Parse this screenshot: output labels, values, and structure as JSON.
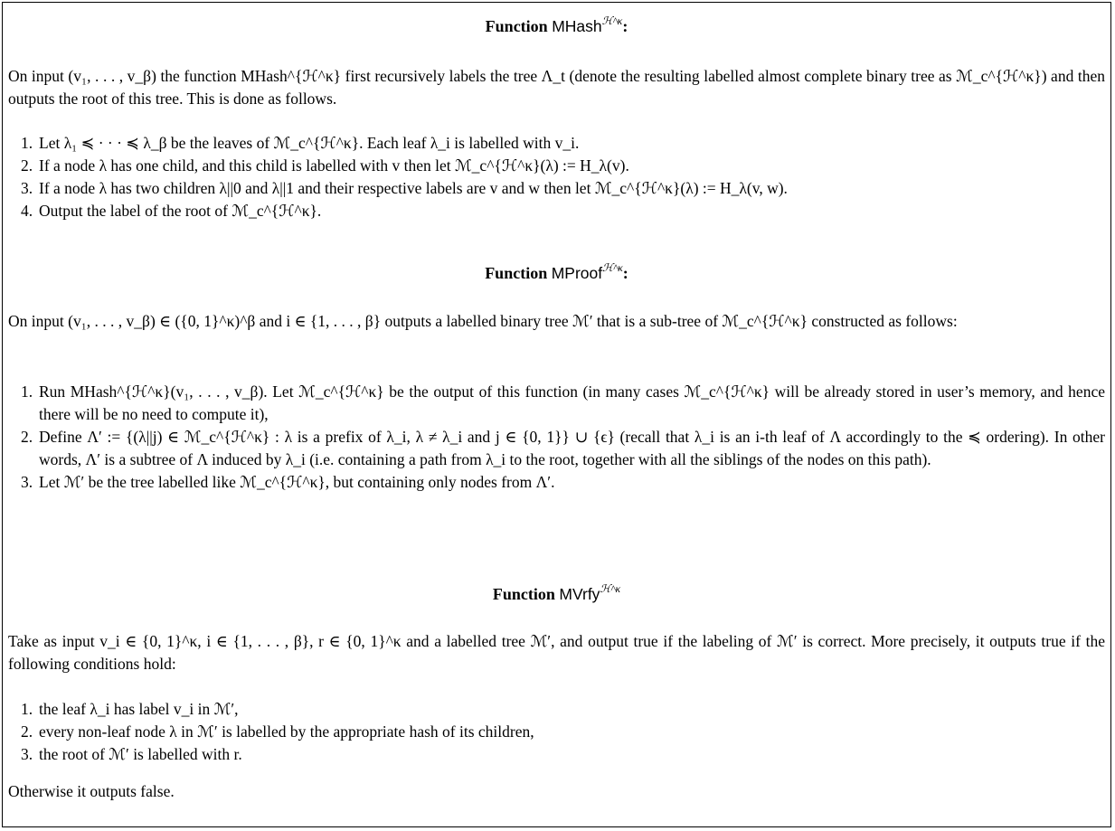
{
  "sections": [
    {
      "keyword": "Function",
      "name": "MHash",
      "sup": "ℋ^κ",
      "colon": ":",
      "intro": "On input (v₁, . . . , v_β) the function MHash^{ℋ^κ} first recursively labels the tree Λ_t (denote the resulting labelled almost complete binary tree as ℳ_c^{ℋ^κ}) and then outputs the root of this tree. This is done as follows.",
      "steps": [
        {
          "num": "1.",
          "text": "Let λ₁ ≼ · · · ≼ λ_β be the leaves of ℳ_c^{ℋ^κ}. Each leaf λ_i is labelled with v_i."
        },
        {
          "num": "2.",
          "text": "If a node λ has one child, and this child is labelled with v then let ℳ_c^{ℋ^κ}(λ) := H_λ(v)."
        },
        {
          "num": "3.",
          "text": "If a node λ has two children λ||0 and λ||1 and their respective labels are v and w then let ℳ_c^{ℋ^κ}(λ) := H_λ(v, w)."
        },
        {
          "num": "4.",
          "text": "Output the label of the root of ℳ_c^{ℋ^κ}."
        }
      ]
    },
    {
      "keyword": "Function",
      "name": "MProof",
      "sup": "ℋ^κ",
      "colon": ":",
      "intro": "On input (v₁, . . . , v_β) ∈ ({0, 1}^κ)^β and i ∈ {1, . . . , β} outputs a labelled binary tree ℳ′ that is a sub-tree of ℳ_c^{ℋ^κ} constructed as follows:",
      "steps": [
        {
          "num": "1.",
          "text": "Run MHash^{ℋ^κ}(v₁, . . . , v_β). Let ℳ_c^{ℋ^κ} be the output of this function (in many cases ℳ_c^{ℋ^κ} will be already stored in user’s memory, and hence there will be no need to compute it),"
        },
        {
          "num": "2.",
          "text": "Define Λ′ := {(λ||j) ∈ ℳ_c^{ℋ^κ} : λ is a prefix of λ_i, λ ≠ λ_i and j ∈ {0, 1}} ∪ {ϵ} (recall that λ_i is an i-th leaf of Λ accordingly to the ≼ ordering). In other words, Λ′ is a subtree of Λ induced by λ_i (i.e. containing a path from λ_i to the root, together with all the siblings of the nodes on this path)."
        },
        {
          "num": "3.",
          "text": "Let ℳ′ be the tree labelled like ℳ_c^{ℋ^κ}, but containing only nodes from Λ′."
        }
      ]
    },
    {
      "keyword": "Function",
      "name": "MVrfy",
      "sup": "ℋ^κ",
      "colon": "",
      "intro": "Take as input v_i ∈ {0, 1}^κ, i ∈ {1, . . . , β}, r ∈ {0, 1}^κ and a labelled tree ℳ′, and output true if the labeling of ℳ′ is correct. More precisely, it outputs true if the following conditions hold:",
      "steps": [
        {
          "num": "1.",
          "text": "the leaf λ_i has label v_i in ℳ′,"
        },
        {
          "num": "2.",
          "text": "every non-leaf node λ in ℳ′ is labelled by the appropriate hash of its children,"
        },
        {
          "num": "3.",
          "text": "the root of ℳ′ is labelled with r."
        }
      ],
      "outro": "Otherwise it outputs false."
    }
  ]
}
